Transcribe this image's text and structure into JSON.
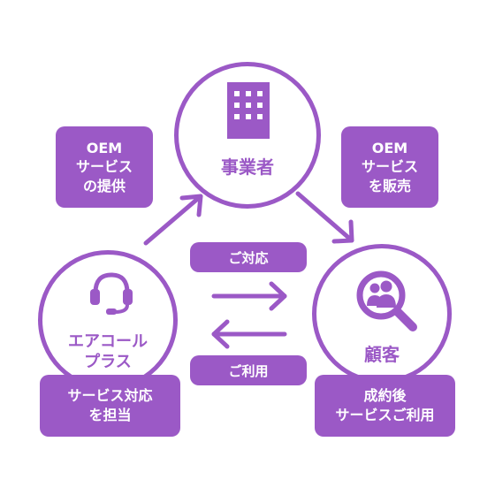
{
  "colors": {
    "accent": "#9b59c6",
    "background": "#ffffff"
  },
  "nodes": {
    "business": {
      "label": "事業者",
      "icon": "building-icon"
    },
    "customer": {
      "label": "顧客",
      "icon": "user-search-icon"
    },
    "partner": {
      "label_line1": "エアコール",
      "label_line2": "プラス",
      "icon": "headset-icon"
    }
  },
  "boxes": {
    "oem_provide": {
      "line1": "OEM",
      "line2": "サービス",
      "line3": "の提供"
    },
    "oem_sell": {
      "line1": "OEM",
      "line2": "サービス",
      "line3": "を販売"
    },
    "service_support": {
      "line1": "サービス対応",
      "line2": "を担当"
    },
    "after_contract": {
      "line1": "成約後",
      "line2": "サービスご利用"
    }
  },
  "pills": {
    "support": "ご対応",
    "usage": "ご利用"
  }
}
